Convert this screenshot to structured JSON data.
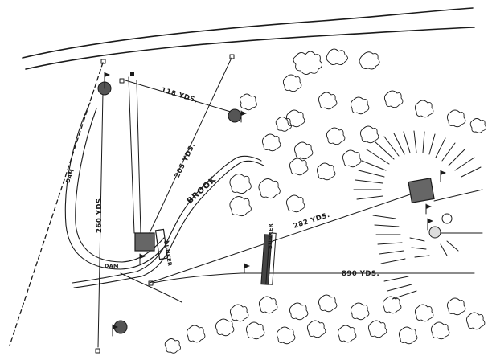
{
  "labels": {
    "dist_118": "118 YDS.",
    "dist_205": "205 YDS.",
    "dist_260": "260 YDS.",
    "dist_282": "282 YDS.",
    "dist_890": "890 YDS.",
    "brook": "BROOK",
    "dam_upper": "DAM",
    "dam_lower": "DAM",
    "bunker_upper": "BUNKER",
    "bunker_lower": "BUNKER"
  },
  "icons": [
    "flag-icon",
    "tee-marker-icon",
    "green-icon",
    "tree-icon"
  ]
}
